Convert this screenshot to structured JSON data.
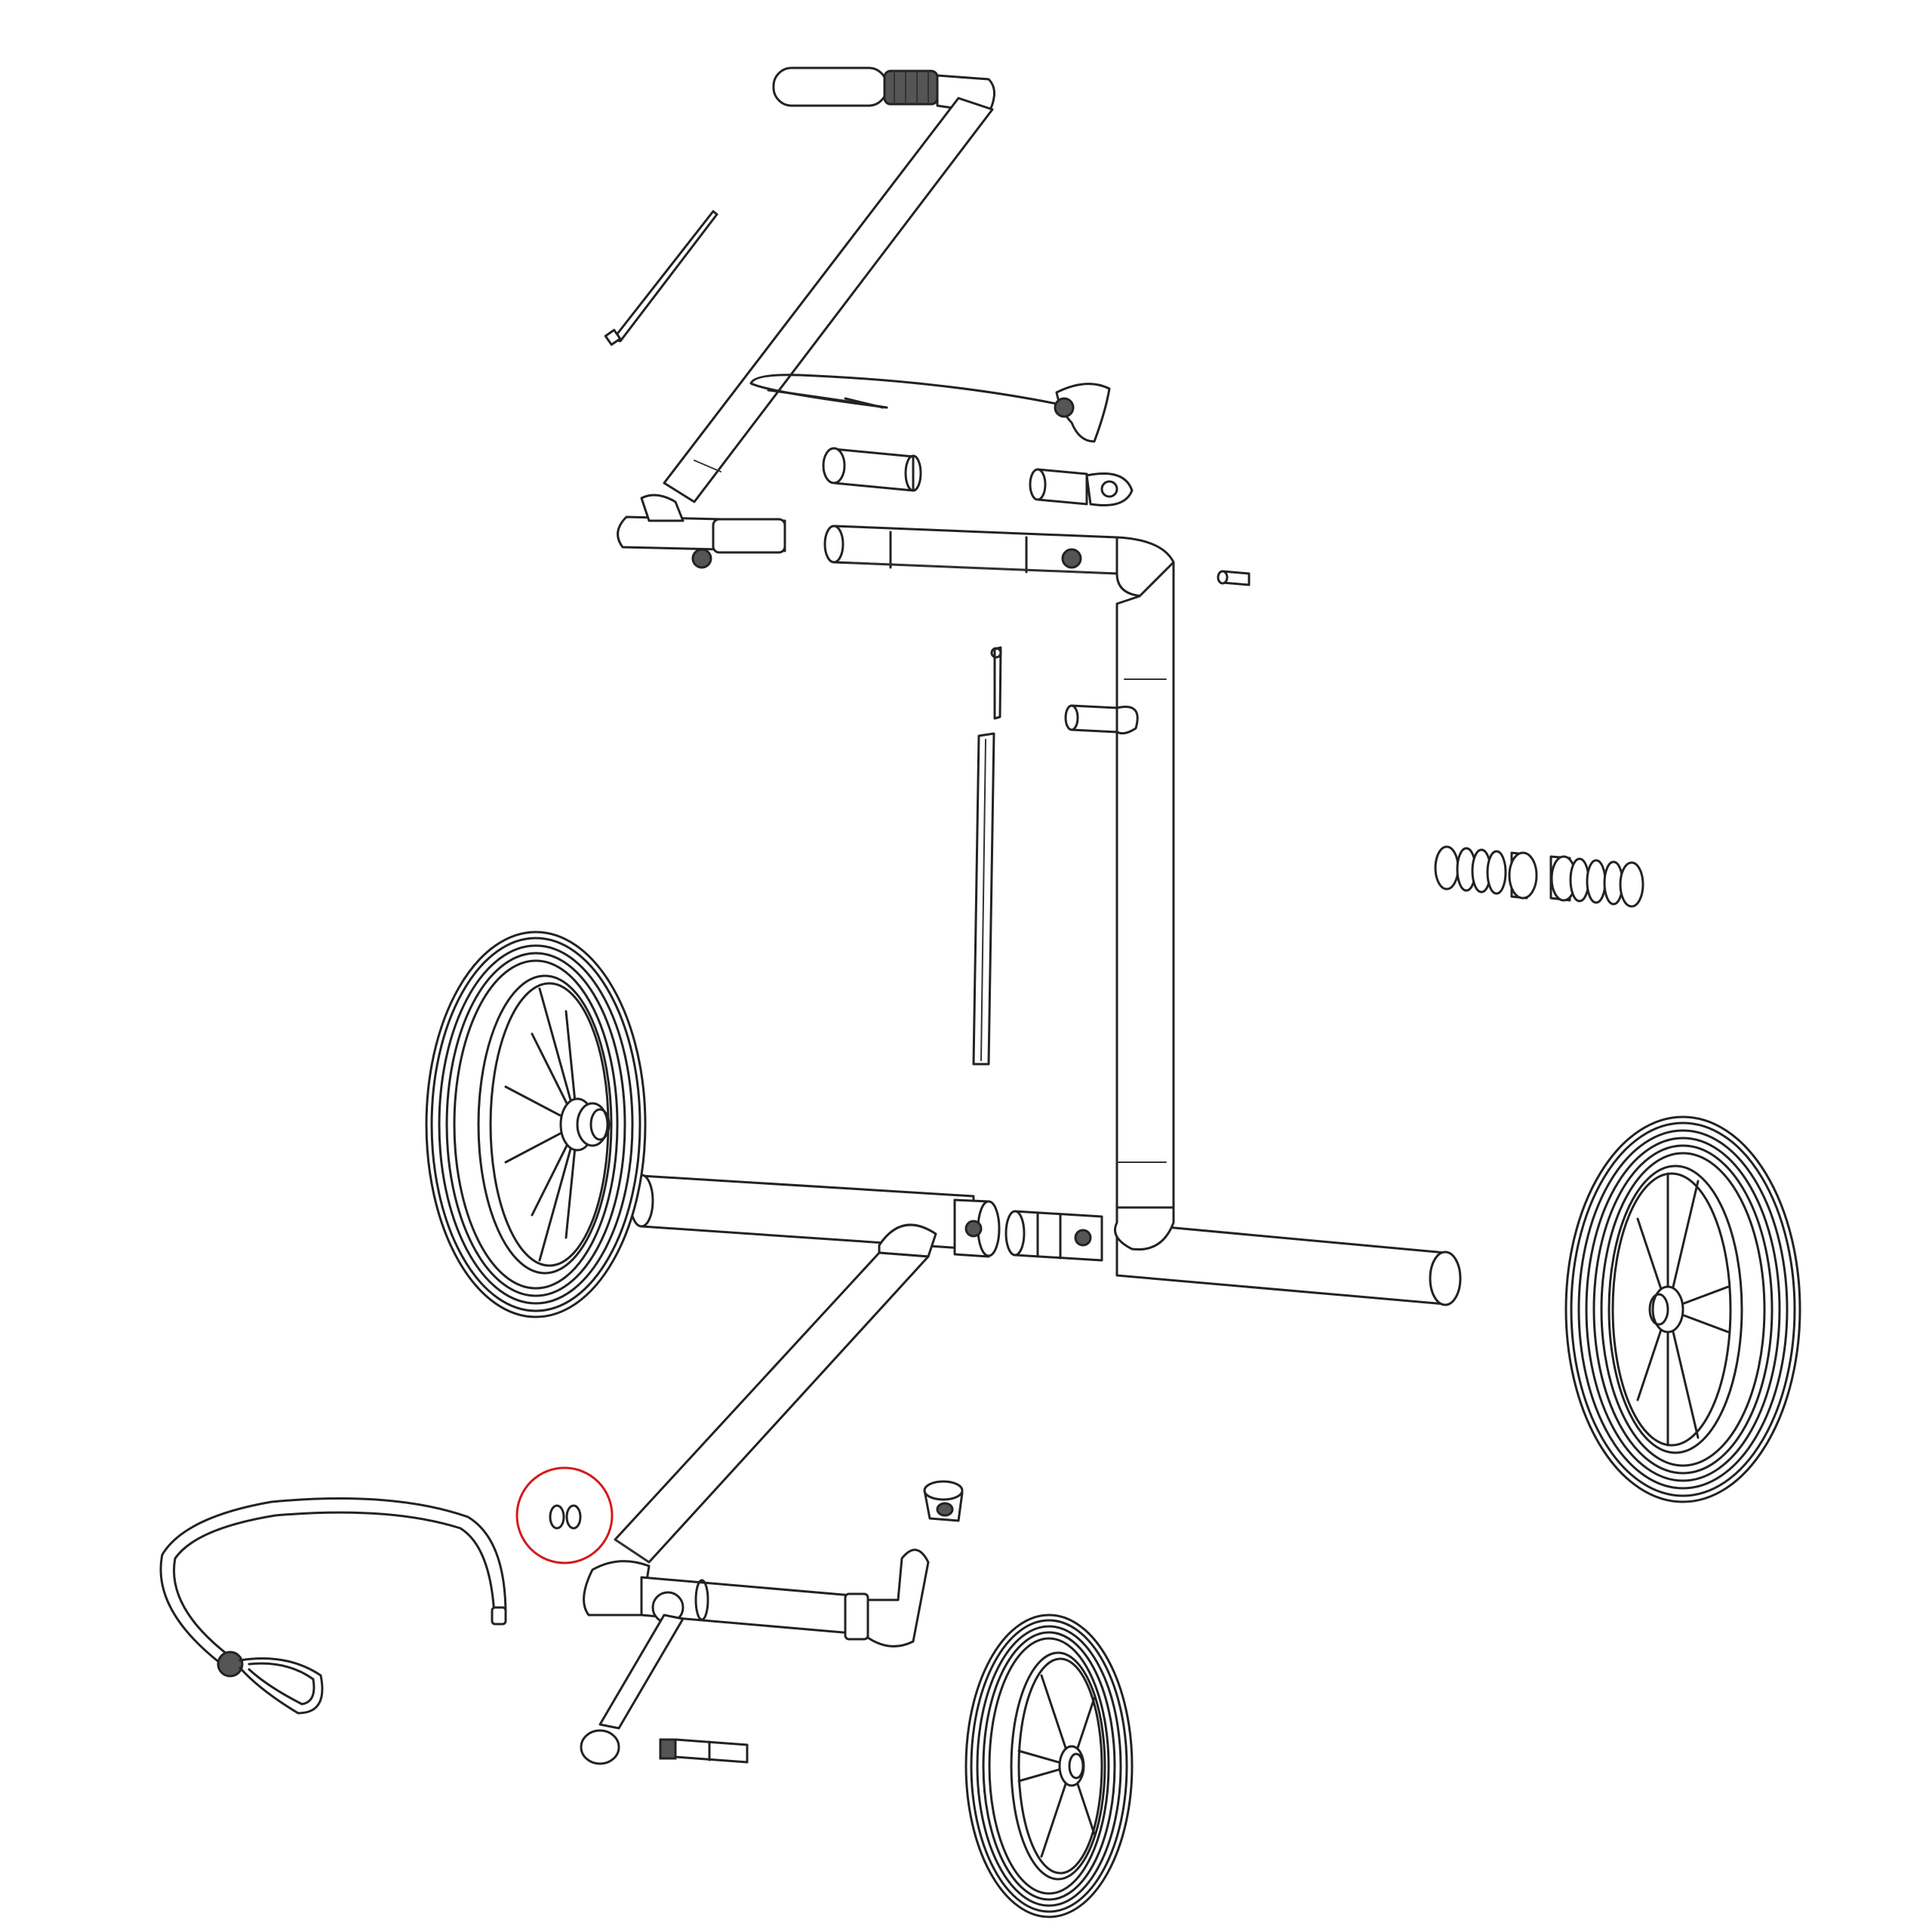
{
  "diagram": {
    "kind": "exploded-parts-drawing",
    "highlight_color": "#d6191b",
    "line_color": "#222222",
    "background": "#ffffff"
  },
  "parts": [
    "handle-grip",
    "upper-handle-tube",
    "zip-tie",
    "brake-cable",
    "sleeve-insert",
    "locking-knob",
    "folding-hinge-tube",
    "small-pin",
    "elbow-joint",
    "upright-tube",
    "tube-clip",
    "split-pin",
    "push-rod",
    "washer-ring-set",
    "left-rear-wheel",
    "axle-tube",
    "right-rear-wheel",
    "axle-coupler",
    "front-leg-tube",
    "bungee-cord",
    "highlighted-small-nuts",
    "end-cap",
    "front-wheel-fork",
    "front-pivot-tube",
    "front-axle-bolt",
    "front-wheel"
  ]
}
